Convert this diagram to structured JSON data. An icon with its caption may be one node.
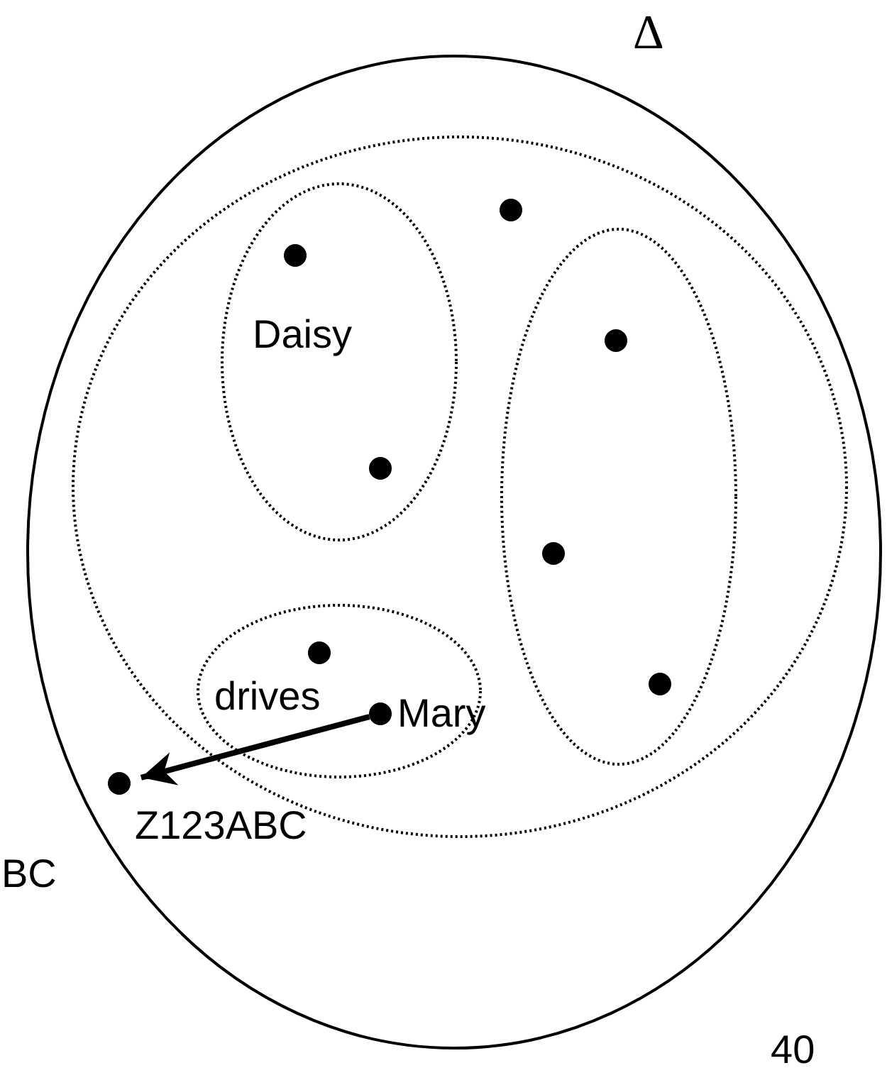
{
  "diagram": {
    "nodes": [
      {
        "text": [
          "Δ"
        ]
      },
      {
        "text": [],
        "shape": "ellipse",
        "in": 0
      },
      {
        "text": [],
        "shape": "ellipse",
        "in": 1
      },
      {
        "text": [
          "Daisy"
        ],
        "in": 2
      },
      {
        "text": [],
        "shape": "circle",
        "in": 2
      },
      {
        "text": [],
        "shape": "circle",
        "in": 1
      },
      {
        "text": [],
        "shape": "ellipse",
        "in": 1
      },
      {
        "text": [],
        "shape": "circle",
        "in": 6
      },
      {
        "text": [],
        "shape": "circle",
        "in": 6
      },
      {
        "text": [],
        "shape": "circle",
        "in": 6
      },
      {
        "text": [],
        "shape": "ellipse",
        "in": 1
      },
      {
        "text": [],
        "shape": "circle",
        "in": 10
      },
      {
        "text": [
          "Mary"
        ],
        "in": 10
      },
      {
        "text": [
          "Z123ABC"
        ],
        "in": 0
      }
    ],
    "edges": [
      {
        "from": 12,
        "to": 13,
        "arrow": "to",
        "label": "drives"
      }
    ],
    "labels": [
      "BC",
      "40"
    ]
  }
}
